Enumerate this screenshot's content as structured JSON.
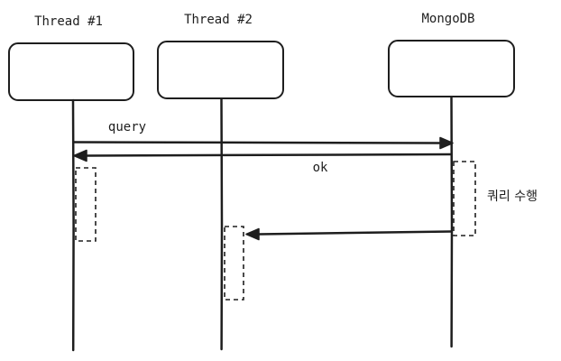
{
  "participants": [
    {
      "id": "thread1",
      "label": "Thread #1"
    },
    {
      "id": "thread2",
      "label": "Thread #2"
    },
    {
      "id": "mongodb",
      "label": "MongoDB"
    }
  ],
  "messages": [
    {
      "id": "query",
      "from": "thread1",
      "to": "mongodb",
      "label": "query"
    },
    {
      "id": "ok",
      "from": "mongodb",
      "to": "thread1",
      "label": "ok"
    },
    {
      "id": "result",
      "from": "mongodb",
      "to": "thread2",
      "label": ""
    }
  ],
  "notes": {
    "mongodb_activation": "쿼리 수행"
  },
  "colors": {
    "stroke": "#1e1e1e",
    "background": "#ffffff"
  }
}
